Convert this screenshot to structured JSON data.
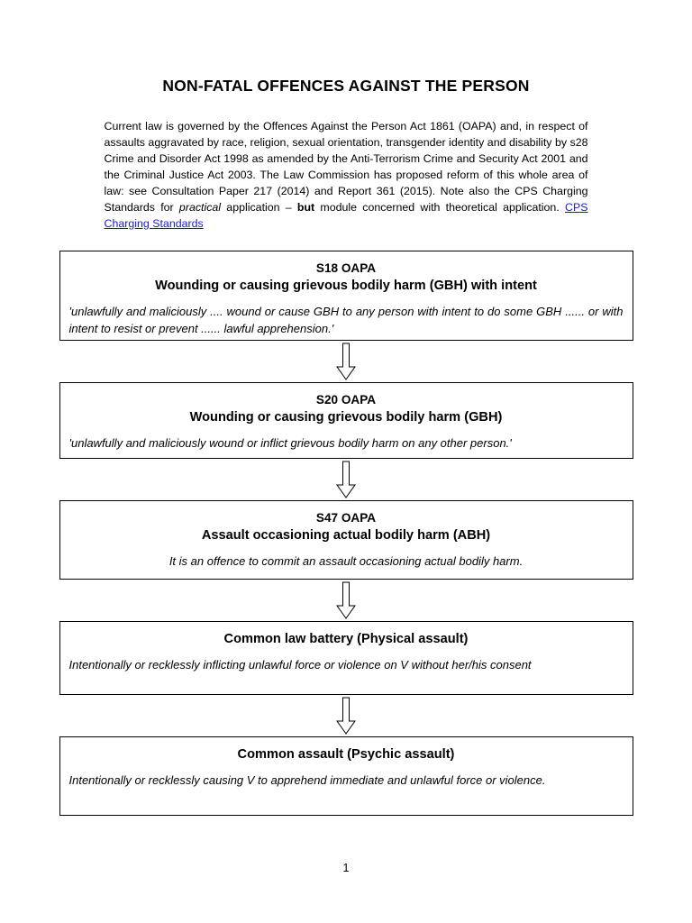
{
  "document": {
    "title": "NON-FATAL OFFENCES AGAINST THE PERSON",
    "page_number": "1",
    "intro": {
      "part1": "Current law is governed by the Offences Against the Person Act 1861 (OAPA) and, in respect of assaults aggravated by race, religion, sexual orientation, transgender identity and disability by s28 Crime and Disorder Act 1998 as amended by the Anti-Terrorism Crime and Security Act 2001 and the Criminal Justice Act 2003. The Law Commission has proposed reform of this whole area of law: see Consultation Paper 217 (2014) and Report 361 (2015). Note also the CPS Charging Standards for ",
      "italic1": "practical",
      "part2": " application ",
      "dash": "– ",
      "bold1": "but",
      "part3": " module concerned with theoretical application. ",
      "link": "CPS Charging Standards"
    },
    "nodes": [
      {
        "heading_line1": "S18 OAPA",
        "heading_line2": "Wounding or causing grievous bodily harm (GBH) with intent",
        "body": "'unlawfully and maliciously .... wound or cause GBH to any person with intent to do some GBH ...... or with intent to resist or prevent ...... lawful apprehension.'",
        "body_align": "justify"
      },
      {
        "heading_line1": "S20 OAPA",
        "heading_line2": "Wounding or causing grievous bodily harm (GBH)",
        "body": "'unlawfully and maliciously wound or inflict grievous bodily harm on any other person.'",
        "body_align": "justify"
      },
      {
        "heading_line1": "S47 OAPA",
        "heading_line2": "Assault occasioning actual bodily harm (ABH)",
        "body": "It is an offence to commit an assault occasioning actual bodily harm.",
        "body_align": "center"
      },
      {
        "heading_line1": "",
        "heading_line2": "Common law battery (Physical assault)",
        "body": "Intentionally or recklessly inflicting unlawful force or violence on V without her/his consent",
        "body_align": "justify"
      },
      {
        "heading_line1": "",
        "heading_line2": "Common assault (Psychic assault)",
        "body": "Intentionally or recklessly causing V to apprehend immediate and unlawful force or violence.",
        "body_align": "justify"
      }
    ],
    "arrow_icon": "down-arrow-icon"
  }
}
